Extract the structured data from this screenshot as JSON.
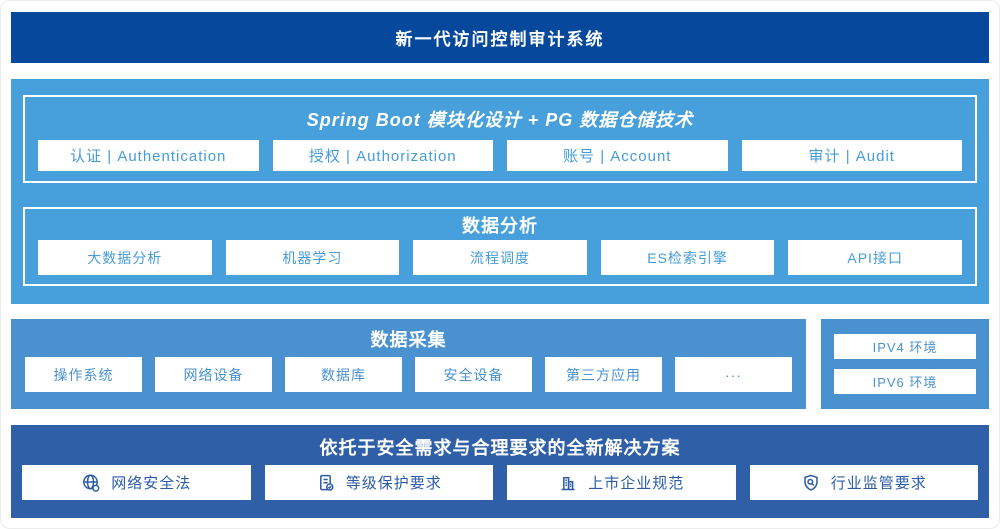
{
  "colors": {
    "banner_bg": "#06489C",
    "platform_bg": "#47A0DB",
    "collect_bg": "#4A92CF",
    "solution_bg": "#2F5FA7",
    "chip_text_light": "#459CD9",
    "chip_text_mid": "#4A92CF",
    "solution_text": "#2B5CA5"
  },
  "banner": {
    "title": "新一代访问控制审计系统"
  },
  "platform": {
    "title": "Spring Boot 模块化设计 + PG 数据仓储技术",
    "modules": [
      "认证 | Authentication",
      "授权 | Authorization",
      "账号 | Account",
      "审计 | Audit"
    ],
    "analysis": {
      "title": "数据分析",
      "items": [
        "大数据分析",
        "机器学习",
        "流程调度",
        "ES检索引擎",
        "API接口"
      ]
    }
  },
  "collection": {
    "title": "数据采集",
    "items": [
      "操作系统",
      "网络设备",
      "数据库",
      "安全设备",
      "第三方应用",
      "···"
    ]
  },
  "environments": {
    "items": [
      "IPV4 环境",
      "IPV6 环境"
    ]
  },
  "solution": {
    "title": "依托于安全需求与合理要求的全新解决方案",
    "items": [
      {
        "icon": "globe-icon",
        "label": "网络安全法"
      },
      {
        "icon": "document-check-icon",
        "label": "等级保护要求"
      },
      {
        "icon": "building-icon",
        "label": "上市企业规范"
      },
      {
        "icon": "shield-search-icon",
        "label": "行业监管要求"
      }
    ]
  }
}
